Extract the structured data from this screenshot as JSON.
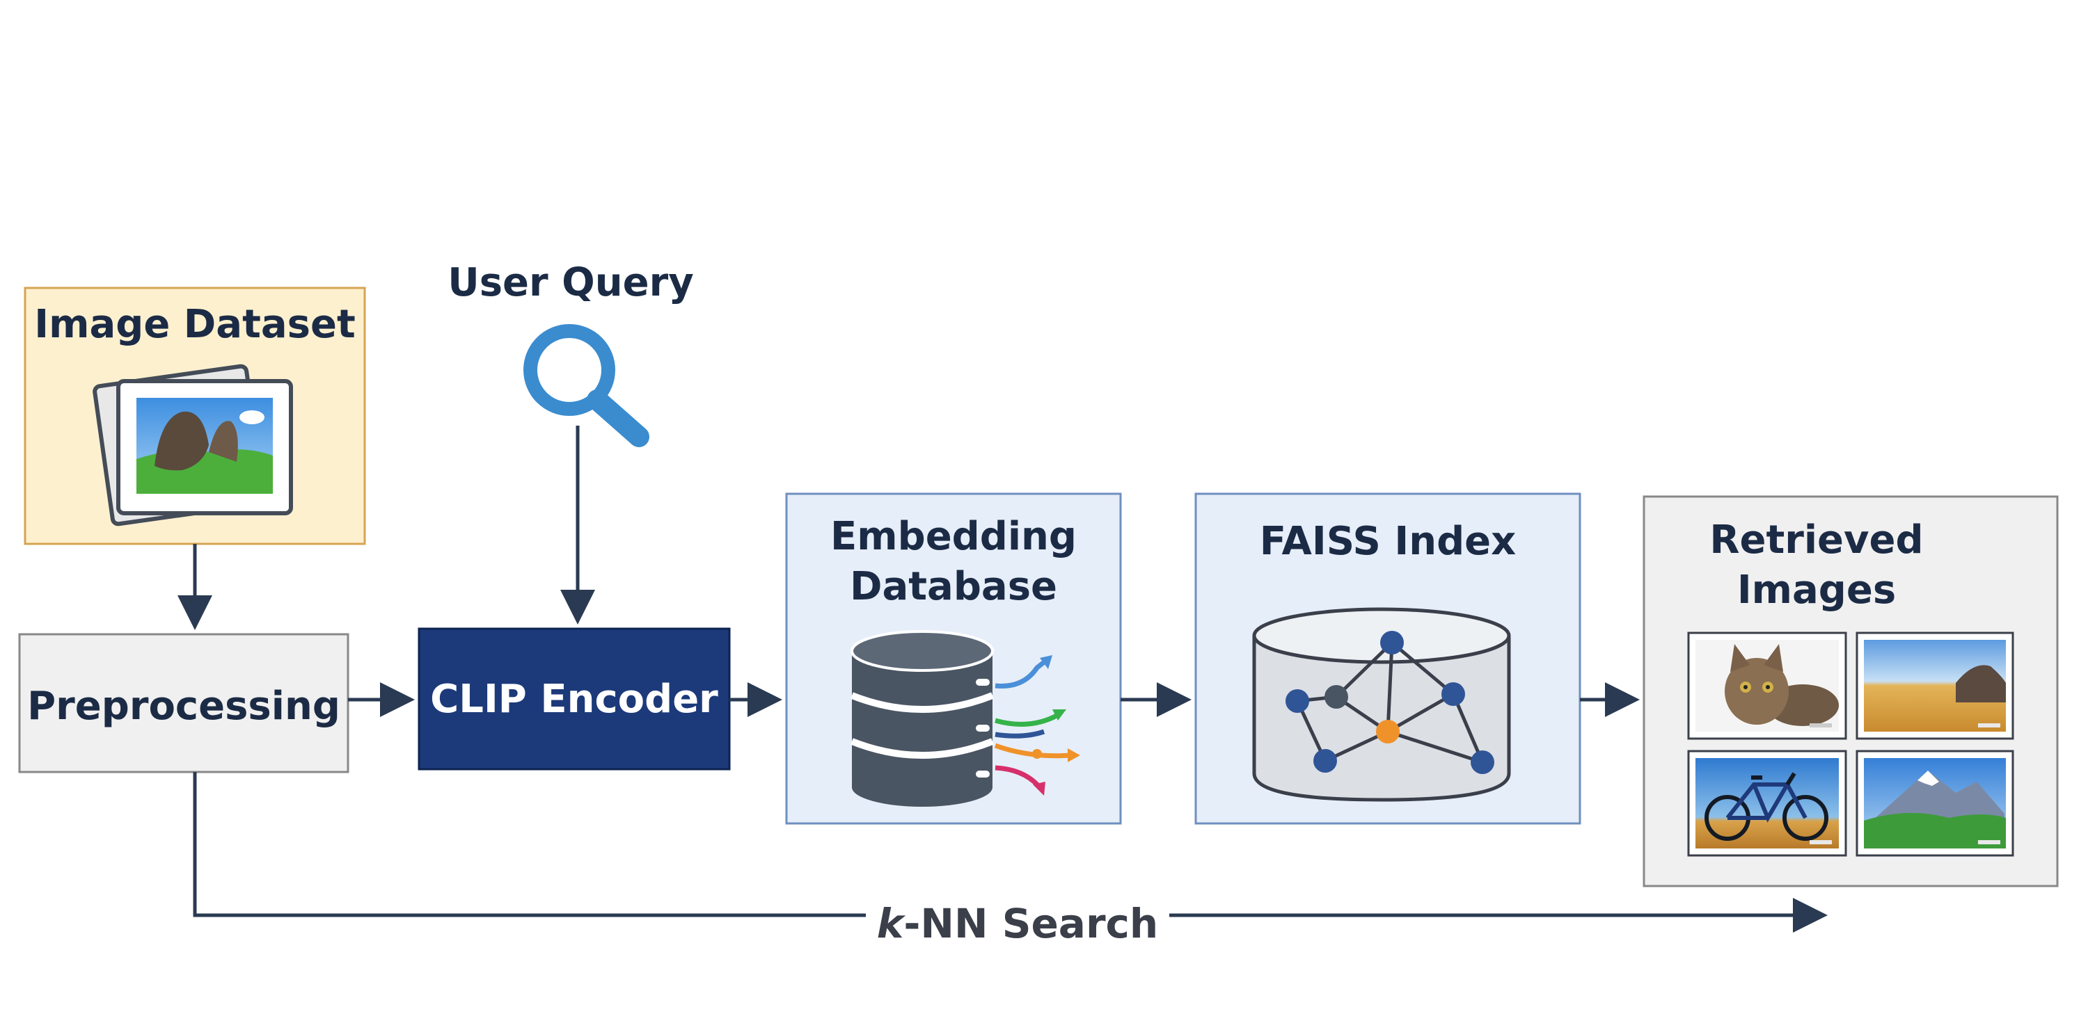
{
  "nodes": {
    "image_dataset": {
      "label": "Image Dataset"
    },
    "user_query": {
      "label": "User Query"
    },
    "preprocessing": {
      "label": "Preprocessing"
    },
    "clip_encoder": {
      "label": "CLIP Encoder"
    },
    "embedding_db": {
      "label_line1": "Embedding",
      "label_line2": "Database"
    },
    "faiss_index": {
      "label": "FAISS Index"
    },
    "retrieved": {
      "label_line1": "Retrieved",
      "label_line2": "Images"
    }
  },
  "edges": {
    "knn": {
      "label_italic": "k",
      "label_rest": "-NN Search"
    }
  },
  "colors": {
    "dark_navy": "#1c3a7a",
    "arrow": "#2a3a52",
    "dataset_fill": "#fdf0cf",
    "dataset_border": "#d6a452",
    "panel_fill": "#e6eef9",
    "panel_border": "#6f8fbf",
    "gray_fill": "#f0f0f0",
    "gray_border": "#888888",
    "magnifier": "#3a8ccf",
    "db_dark": "#4a5563",
    "node_blue": "#2f5597",
    "node_orange": "#f0922a"
  }
}
